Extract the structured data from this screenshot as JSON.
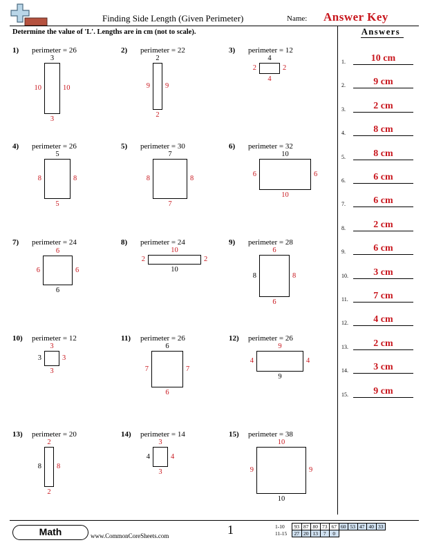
{
  "header": {
    "title": "Finding Side Length (Given Perimeter)",
    "name_label": "Name:",
    "answer_key": "Answer Key"
  },
  "instructions": "Determine the value of 'L'. Lengths are in cm (not to scale).",
  "answers_title": "Answers",
  "answers": [
    {
      "num": "1.",
      "value": "10 cm"
    },
    {
      "num": "2.",
      "value": "9 cm"
    },
    {
      "num": "3.",
      "value": "2 cm"
    },
    {
      "num": "4.",
      "value": "8 cm"
    },
    {
      "num": "5.",
      "value": "8 cm"
    },
    {
      "num": "6.",
      "value": "6 cm"
    },
    {
      "num": "7.",
      "value": "6 cm"
    },
    {
      "num": "8.",
      "value": "2 cm"
    },
    {
      "num": "9.",
      "value": "6 cm"
    },
    {
      "num": "10.",
      "value": "3 cm"
    },
    {
      "num": "11.",
      "value": "7 cm"
    },
    {
      "num": "12.",
      "value": "4 cm"
    },
    {
      "num": "13.",
      "value": "2 cm"
    },
    {
      "num": "14.",
      "value": "3 cm"
    },
    {
      "num": "15.",
      "value": "9 cm"
    }
  ],
  "problems": [
    {
      "num": "1)",
      "perimeter": "perimeter = 26",
      "top": "3",
      "bottom": "3",
      "left": "10",
      "right": "10"
    },
    {
      "num": "2)",
      "perimeter": "perimeter = 22",
      "top": "2",
      "bottom": "2",
      "left": "9",
      "right": "9"
    },
    {
      "num": "3)",
      "perimeter": "perimeter = 12",
      "top": "4",
      "bottom": "4",
      "left": "2",
      "right": "2"
    },
    {
      "num": "4)",
      "perimeter": "perimeter = 26",
      "top": "5",
      "bottom": "5",
      "left": "8",
      "right": "8"
    },
    {
      "num": "5)",
      "perimeter": "perimeter = 30",
      "top": "7",
      "bottom": "7",
      "left": "8",
      "right": "8"
    },
    {
      "num": "6)",
      "perimeter": "perimeter = 32",
      "top": "10",
      "bottom": "10",
      "left": "6",
      "right": "6"
    },
    {
      "num": "7)",
      "perimeter": "perimeter = 24",
      "top": "6",
      "bottom": "6",
      "left": "6",
      "right": "6"
    },
    {
      "num": "8)",
      "perimeter": "perimeter = 24",
      "top": "10",
      "bottom": "10",
      "left": "2",
      "right": "2"
    },
    {
      "num": "9)",
      "perimeter": "perimeter = 28",
      "top": "6",
      "bottom": "6",
      "left": "8",
      "right": "8"
    },
    {
      "num": "10)",
      "perimeter": "perimeter = 12",
      "top": "3",
      "bottom": "3",
      "left": "3",
      "right": "3"
    },
    {
      "num": "11)",
      "perimeter": "perimeter = 26",
      "top": "6",
      "bottom": "6",
      "left": "7",
      "right": "7"
    },
    {
      "num": "12)",
      "perimeter": "perimeter = 26",
      "top": "9",
      "bottom": "9",
      "left": "4",
      "right": "4"
    },
    {
      "num": "13)",
      "perimeter": "perimeter = 20",
      "top": "2",
      "bottom": "2",
      "left": "8",
      "right": "8"
    },
    {
      "num": "14)",
      "perimeter": "perimeter = 14",
      "top": "3",
      "bottom": "3",
      "left": "4",
      "right": "4"
    },
    {
      "num": "15)",
      "perimeter": "perimeter = 38",
      "top": "10",
      "bottom": "10",
      "left": "9",
      "right": "9"
    }
  ],
  "footer": {
    "subject": "Math",
    "url": "www.CommonCoreSheets.com",
    "page": "1",
    "score_rows": [
      {
        "label": "1-10",
        "cells": [
          "93",
          "87",
          "80",
          "73",
          "67",
          "60",
          "53",
          "47",
          "40",
          "33"
        ]
      },
      {
        "label": "11-15",
        "cells": [
          "27",
          "20",
          "13",
          "7",
          "0"
        ]
      }
    ]
  }
}
